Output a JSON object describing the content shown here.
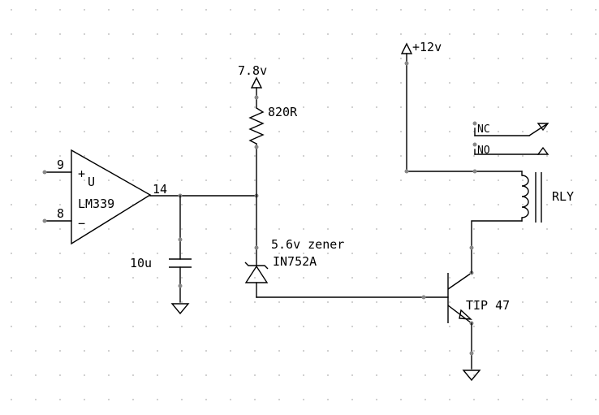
{
  "labels": {
    "supply_7v8": "7.8v",
    "supply_12v": "+12v",
    "resistor": "820R",
    "opamp_name": "LM339",
    "opamp_plus": "+",
    "opamp_u": "U",
    "opamp_minus": "−",
    "pin_9": "9",
    "pin_8": "8",
    "pin_14": "14",
    "capacitor": "10u",
    "zener_desc": "5.6v zener",
    "zener_part": "IN752A",
    "transistor": "TIP 47",
    "relay": "RLY",
    "relay_nc": "NC",
    "relay_no": "NO"
  }
}
